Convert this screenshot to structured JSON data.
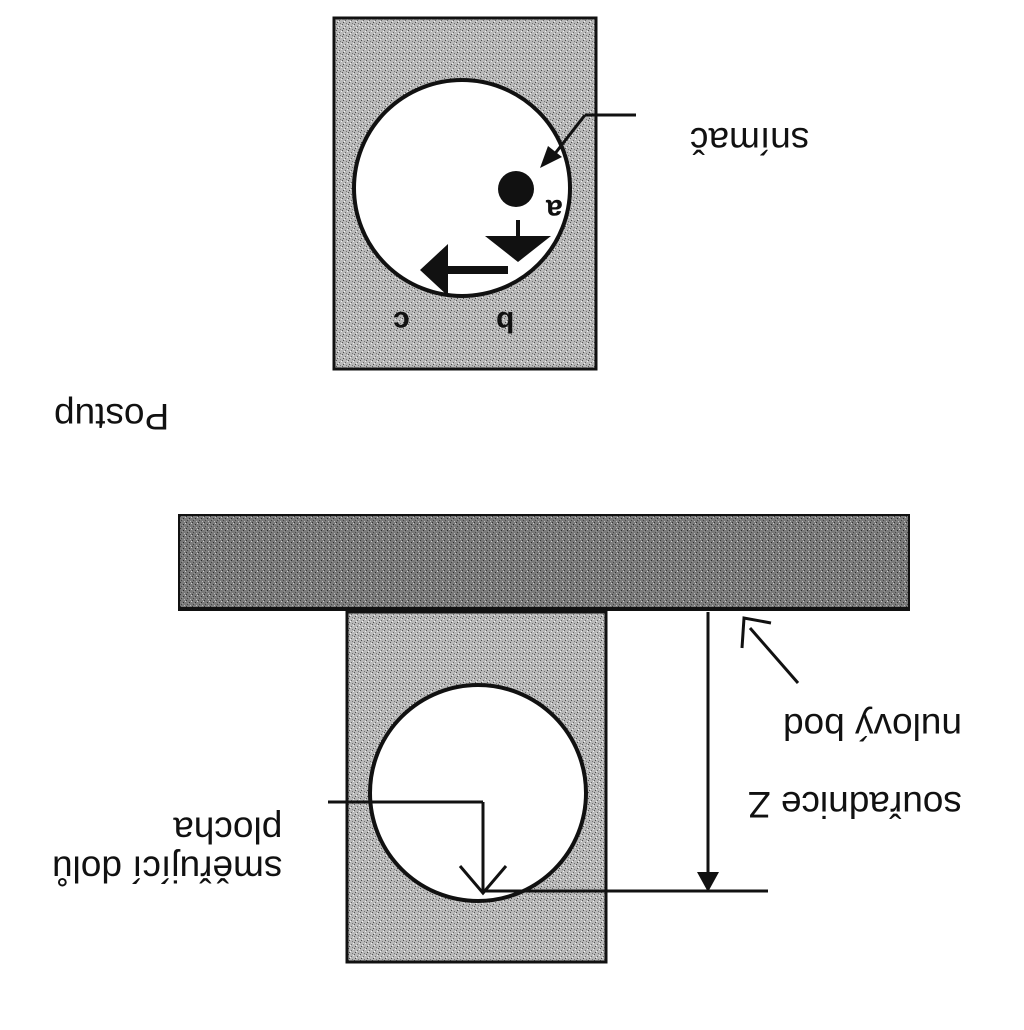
{
  "labels": {
    "snimac": "snímač",
    "postup": "Postup",
    "nulovy_bod": "nulový bod",
    "souradnice_z": "souřadnice Z",
    "plocha": "směřující dolů\nplocha"
  },
  "points": {
    "a": "a",
    "b": "b",
    "c": "c"
  },
  "colors": {
    "stipple": "#9c9c9c",
    "stipple_dark": "#6e6e6e",
    "ink": "#111111"
  }
}
